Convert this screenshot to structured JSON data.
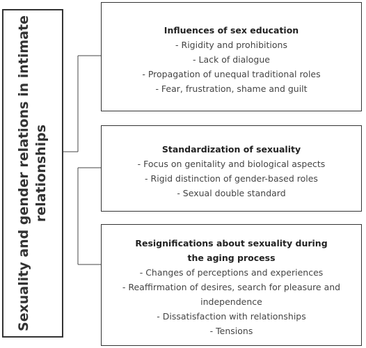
{
  "root": {
    "label": "Sexuality and gender relations in intimate relationships"
  },
  "boxes": [
    {
      "title": "Influences of sex education",
      "items": [
        "- Rigidity and prohibitions",
        "- Lack of dialogue",
        "- Propagation of unequal traditional roles",
        "- Fear, frustration, shame and guilt"
      ]
    },
    {
      "title": "Standardization of sexuality",
      "items": [
        "- Focus on genitality and biological aspects",
        "- Rigid distinction of gender-based roles",
        "- Sexual double standard"
      ]
    },
    {
      "title": "Resignifications about sexuality during the aging process",
      "items": [
        "- Changes of perceptions and experiences",
        "- Reaffirmation of desires, search for pleasure and independence",
        "- Dissatisfaction with relationships",
        "- Tensions"
      ]
    }
  ],
  "colors": {
    "border": "#333333",
    "text": "#444444",
    "connector": "#444444"
  }
}
